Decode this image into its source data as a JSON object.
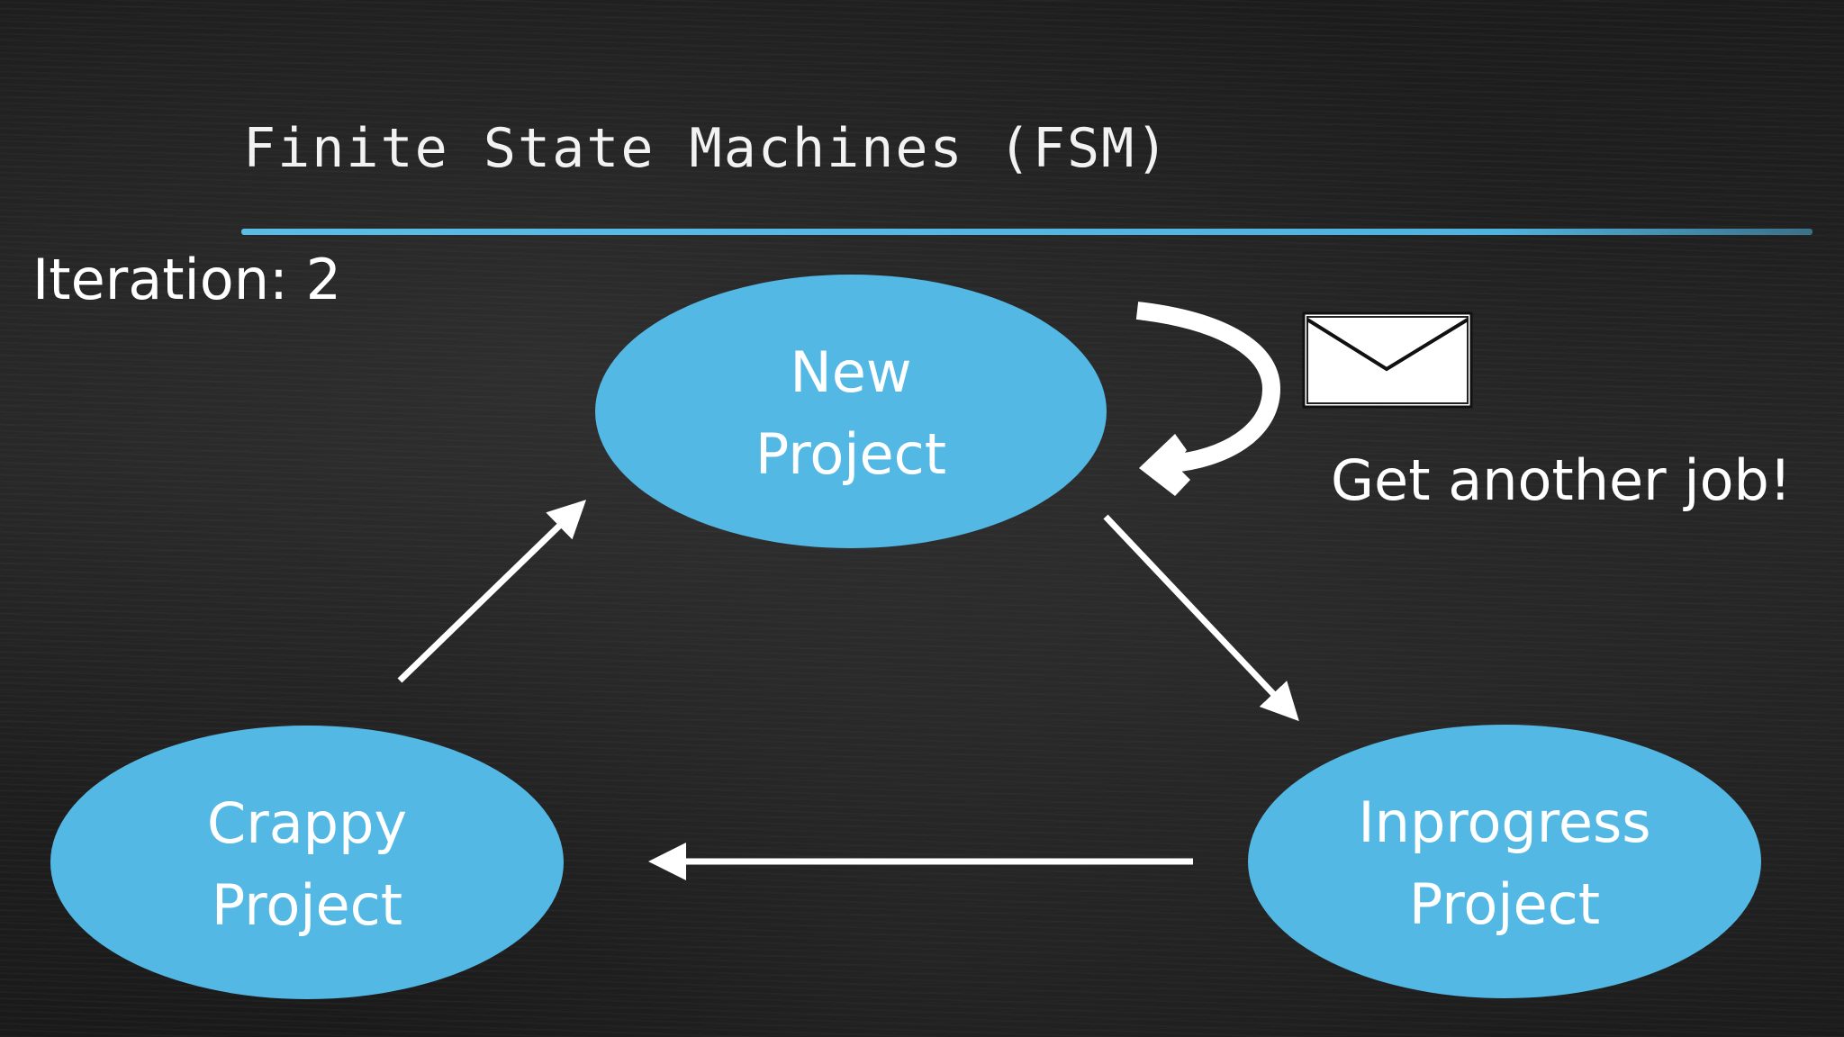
{
  "slide": {
    "title": "Finite State Machines (FSM)",
    "iteration_label": "Iteration: 2",
    "note_label": "Get another job!"
  },
  "states": [
    {
      "id": "new",
      "line1": "New",
      "line2": "Project"
    },
    {
      "id": "inprogress",
      "line1": "Inprogress",
      "line2": "Project"
    },
    {
      "id": "crappy",
      "line1": "Crappy",
      "line2": "Project"
    }
  ],
  "transitions": [
    {
      "from": "new",
      "to": "inprogress"
    },
    {
      "from": "inprogress",
      "to": "crappy"
    },
    {
      "from": "crappy",
      "to": "new"
    },
    {
      "from": "new",
      "to": "new",
      "label": "Get another job!"
    }
  ],
  "icons": {
    "envelope": "envelope-icon"
  },
  "colors": {
    "background": "#1e1e1e",
    "state_fill": "#54b8e4",
    "accent_rule": "#5bbde6",
    "arrow": "#ffffff",
    "text": "#ffffff"
  }
}
